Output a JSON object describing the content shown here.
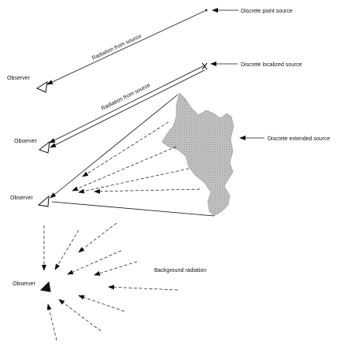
{
  "labels": {
    "discrete_point_source": "Discrete point source",
    "discrete_localized_source": "Discrete localized  source",
    "discrete_extended_source": "Discrete extended  source",
    "background_radiation": "Background radiation",
    "radiation_from_source_1": "Radiation from source",
    "radiation_from_source_2": "Radiation from source",
    "observer_1": "Observer",
    "observer_2": "Observer",
    "observer_3": "Observer",
    "observer_4": "Observer"
  },
  "colors": {
    "line": "#111111",
    "extended_source_fill": "#b4b4b4"
  }
}
